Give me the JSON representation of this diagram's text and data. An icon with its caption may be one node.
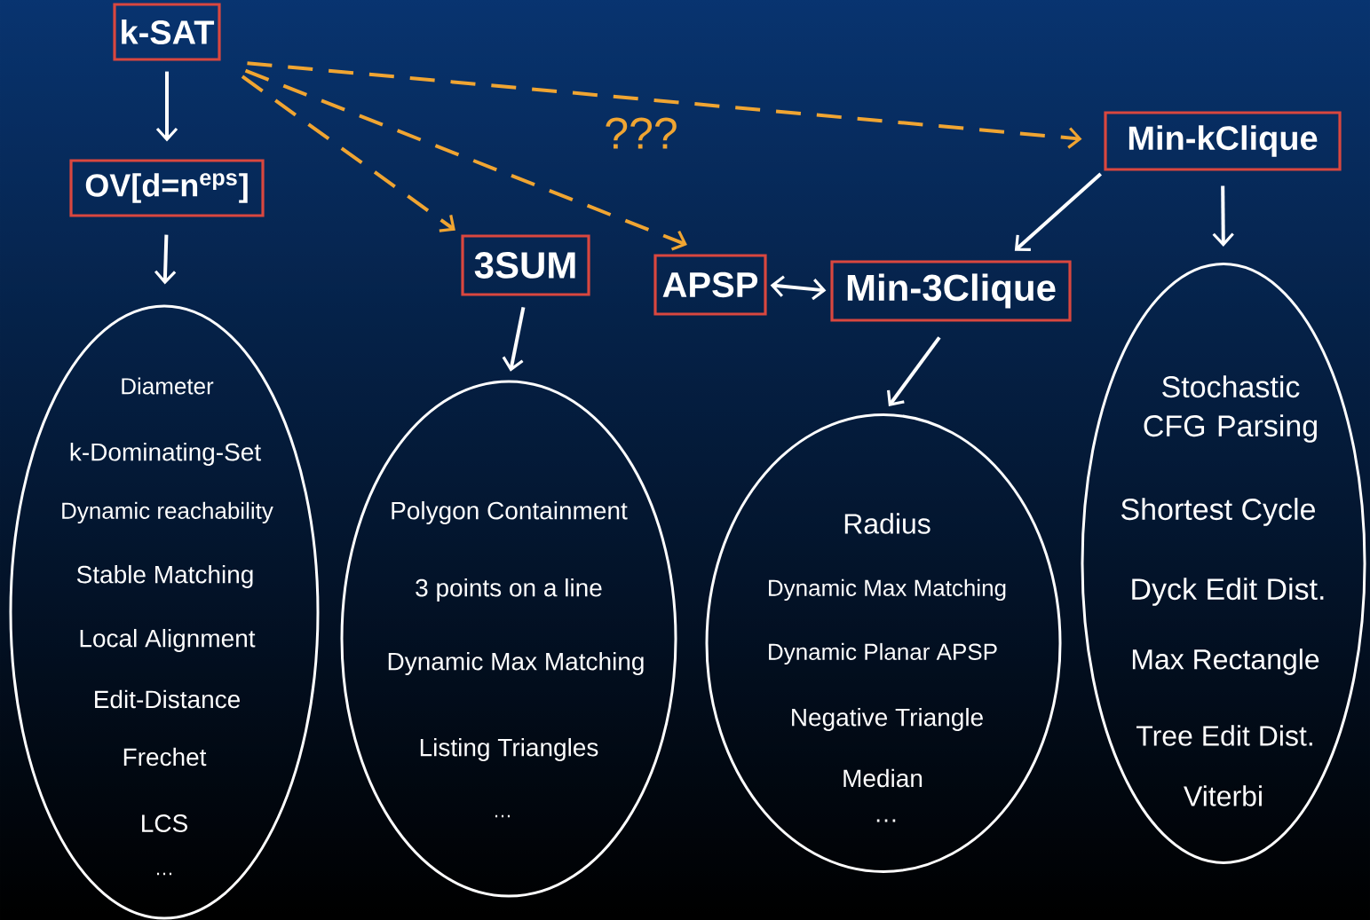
{
  "diagram": {
    "nodes": [
      {
        "text": [
          "k-SAT"
        ]
      },
      {
        "text": [
          "OV[d=n$^{eps}$]"
        ]
      },
      {
        "text": [
          "Diameter",
          "k-Dominating-Set",
          "Dynamic reachability",
          "Stable Matching",
          "Local Alignment",
          "Edit-Distance",
          "Frechet",
          "LCS",
          "…"
        ]
      },
      {
        "text": [
          "3SUM"
        ]
      },
      {
        "text": [
          "Polygon Containment",
          "3 points on a line",
          "Dynamic Max Matching",
          "Listing Triangles",
          "…"
        ]
      },
      {
        "text": [
          "APSP"
        ]
      },
      {
        "text": [
          "Min-3Clique"
        ]
      },
      {
        "text": [
          "Radius",
          "Dynamic Max Matching",
          "Dynamic Planar APSP",
          "Negative Triangle",
          "Median",
          "…"
        ]
      },
      {
        "text": [
          "Min-kClique"
        ]
      },
      {
        "text": [
          "Stochastic CFG Parsing",
          "Shortest Cycle",
          "Dyck Edit Dist.",
          "Max Rectangle",
          "Tree Edit Dist.",
          "Viterbi"
        ]
      }
    ],
    "edges": [
      {
        "from": 0,
        "to": 1,
        "arrow": "to"
      },
      {
        "from": 1,
        "to": 2,
        "arrow": "to"
      },
      {
        "from": 0,
        "to": 3,
        "arrow": "to",
        "style": "dashed",
        "color": "#f0a532"
      },
      {
        "from": 0,
        "to": 5,
        "arrow": "to",
        "style": "dashed",
        "color": "#f0a532"
      },
      {
        "from": 0,
        "to": 8,
        "arrow": "to",
        "style": "dashed",
        "color": "#f0a532"
      },
      {
        "from": 3,
        "to": 4,
        "arrow": "to"
      },
      {
        "from": 5,
        "to": 6,
        "arrow": "both"
      },
      {
        "from": 8,
        "to": 6,
        "arrow": "to"
      },
      {
        "from": 6,
        "to": 7,
        "arrow": "to"
      },
      {
        "from": 8,
        "to": 9,
        "arrow": "to"
      }
    ],
    "labels": [
      "???"
    ]
  }
}
